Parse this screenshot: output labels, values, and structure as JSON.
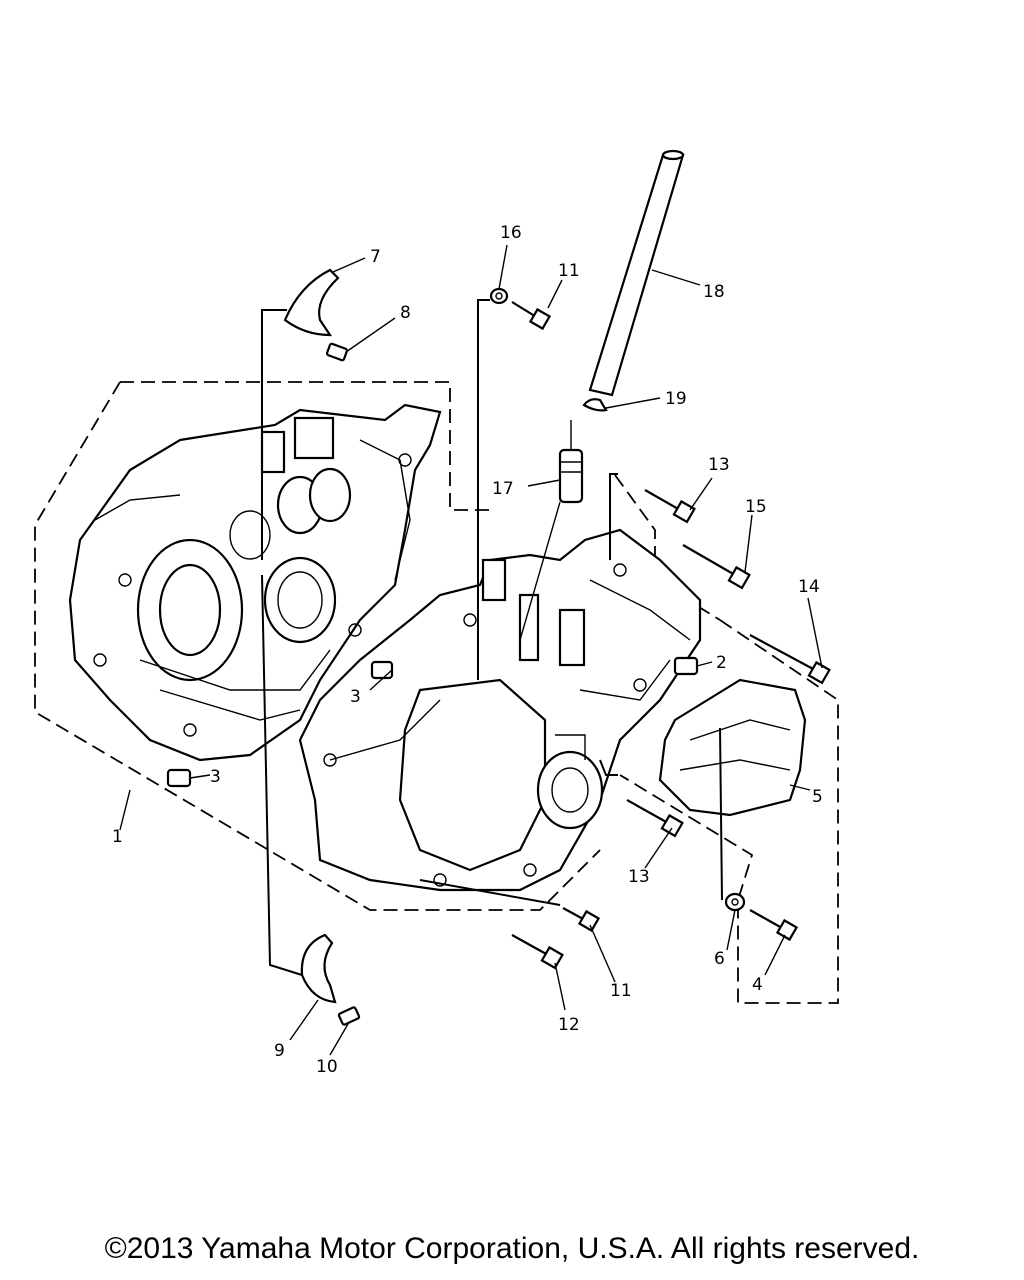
{
  "callouts": {
    "c1": "1",
    "c2": "2",
    "c3a": "3",
    "c3b": "3",
    "c4": "4",
    "c5": "5",
    "c6": "6",
    "c7": "7",
    "c8": "8",
    "c9": "9",
    "c10": "10",
    "c11a": "11",
    "c11b": "11",
    "c12": "12",
    "c13a": "13",
    "c13b": "13",
    "c14": "14",
    "c15": "15",
    "c16": "16",
    "c17": "17",
    "c18": "18",
    "c19": "19"
  },
  "footer": {
    "copyright": "©2013 Yamaha Motor Corporation, U.S.A. All rights reserved."
  }
}
